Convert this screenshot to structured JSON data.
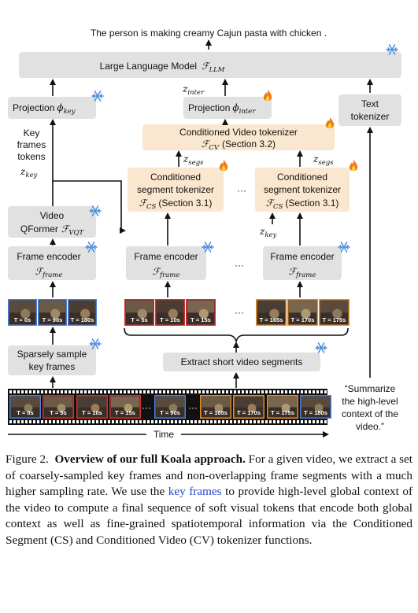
{
  "figure": {
    "output_text": "The person is making creamy Cajun pasta with chicken .",
    "llm": {
      "label": "Large Language Model",
      "symbol": "ℱ",
      "sub": "LLM"
    },
    "z_inter": {
      "sym": "z",
      "sub": "inter"
    },
    "z_segs_1": {
      "sym": "z",
      "sub": "segs"
    },
    "z_segs_2": {
      "sym": "z",
      "sub": "segs"
    },
    "z_key_left": {
      "sym": "z",
      "sub": "key"
    },
    "z_key_right": {
      "sym": "z",
      "sub": "key"
    },
    "proj_key": {
      "label": "Projection",
      "sym": "ϕ",
      "sub": "key"
    },
    "proj_inter": {
      "label": "Projection",
      "sym": "ϕ",
      "sub": "inter"
    },
    "text_tokenizer": {
      "line1": "Text",
      "line2": "tokenizer"
    },
    "key_frames_tokens": {
      "line1": "Key",
      "line2": "frames",
      "line3": "tokens"
    },
    "cv_tokenizer": {
      "line1": "Conditioned Video tokenizer",
      "sym": "ℱ",
      "sub": "CV",
      "note": "(Section 3.2)"
    },
    "cs_tokenizer_1": {
      "line1": "Conditioned",
      "line2": "segment tokenizer",
      "sym": "ℱ",
      "sub": "CS",
      "note": "(Section 3.1)"
    },
    "cs_tokenizer_2": {
      "line1": "Conditioned",
      "line2": "segment tokenizer",
      "sym": "ℱ",
      "sub": "CS",
      "note": "(Section 3.1)"
    },
    "qformer": {
      "line1": "Video",
      "line2": "QFormer",
      "sym": "ℱ",
      "sub": "VQT"
    },
    "frame_encoder": {
      "label": "Frame encoder",
      "sym": "ℱ",
      "sub": "frame"
    },
    "ellipsis": "···",
    "key_thumbs": [
      "T = 0s",
      "T = 90s",
      "T = 180s"
    ],
    "seg1_thumbs": [
      "T = 5s",
      "T = 10s",
      "T = 15s"
    ],
    "seg2_thumbs": [
      "T = 165s",
      "T = 170s",
      "T = 175s"
    ],
    "strip_thumbs": [
      "T = 0s",
      "T = 5s",
      "T = 10s",
      "T = 15s",
      "T = 90s",
      "T = 165s",
      "T = 170s",
      "T = 175s",
      "T = 180s"
    ],
    "sparse_sample": {
      "line1": "Sparsely sample",
      "line2": "key frames"
    },
    "extract_segments": "Extract short video segments",
    "quote": {
      "line1": "“Summarize",
      "line2": "the high-level",
      "line3": "context of the",
      "line4": "video.”"
    },
    "time_label": "Time",
    "colors": {
      "box_gray": "#e1e1e1",
      "box_orange": "#fbe7cf",
      "snowflake": "#4a8fe0",
      "fire": "#f07a12",
      "thumb_blue": "#4f7fd8",
      "thumb_red": "#d63030",
      "thumb_orange": "#e98f2a"
    }
  },
  "caption": {
    "label": "Figure 2.",
    "title": "Overview of our full Koala approach.",
    "text1": "For a given video, we extract a set of coarsely-sampled key frames and non-overlapping frame segments with a much higher sampling rate. We use the",
    "link": "key frames",
    "text2": "to provide high-level global context of the video to compute a final sequence of soft visual tokens that encode both global context as well as fine-grained spatiotemporal information via the Conditioned Segment (CS) and Conditioned Video (CV) tokenizer functions."
  }
}
